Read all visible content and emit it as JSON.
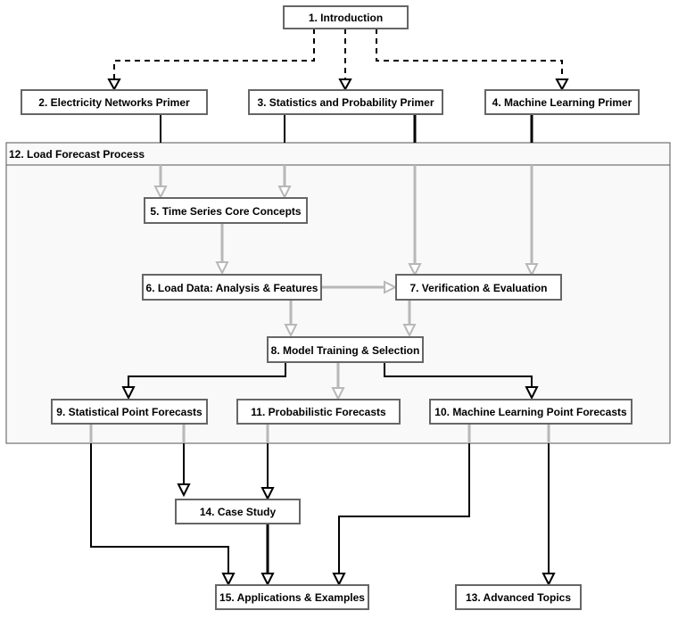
{
  "nodes": {
    "n1": "1. Introduction",
    "n2": "2. Electricity Networks Primer",
    "n3": "3. Statistics and Probability Primer",
    "n4": "4. Machine Learning Primer",
    "n5": "5. Time Series Core Concepts",
    "n6": "6. Load Data: Analysis & Features",
    "n7": "7. Verification & Evaluation",
    "n8": "8. Model Training & Selection",
    "n9": "9. Statistical Point Forecasts",
    "n10": "10. Machine Learning Point Forecasts",
    "n11": "11. Probabilistic Forecasts",
    "n12": "12. Load Forecast Process",
    "n13": "13. Advanced Topics",
    "n14": "14. Case Study",
    "n15": "15. Applications & Examples"
  },
  "colors": {
    "edge_dark": "#000000",
    "edge_light": "#b8b8b8",
    "box_border": "#666666",
    "container_fill": "#f9f9f9"
  }
}
